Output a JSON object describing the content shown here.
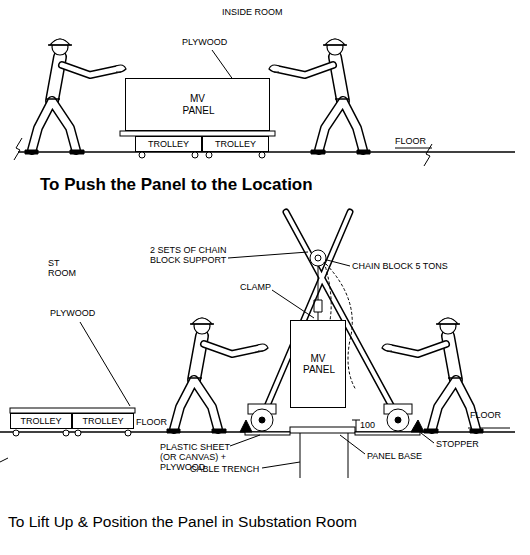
{
  "diagram": {
    "caption": "To Lift Up & Position the Panel in Substation Room",
    "nodes": [
      {
        "text": [
          "MV PANEL"
        ]
      },
      {
        "text": [
          "TROLLEY"
        ]
      },
      {
        "text": [
          "TROLLEY"
        ]
      },
      {
        "text": [
          "TROLLEY"
        ]
      },
      {
        "text": [
          "TROLLEY"
        ]
      },
      {
        "text": [
          "MV PANEL"
        ]
      }
    ],
    "labels": [
      "INSIDE ROOM",
      "PLYWOOD",
      "FLOOR",
      "To Push the Panel to the Location",
      "2 SETS OF CHAIN BLOCK SUPPORT",
      "CHAIN BLOCK 5 TONS",
      "CLAMP",
      "ST ROOM",
      "PLYWOOD",
      "FLOOR",
      "FLOOR",
      "100",
      "STOPPER",
      "PLASTIC SHEET (OR CANVAS) + PLYWOOD",
      "PANEL BASE",
      "CABLE TRENCH"
    ]
  }
}
